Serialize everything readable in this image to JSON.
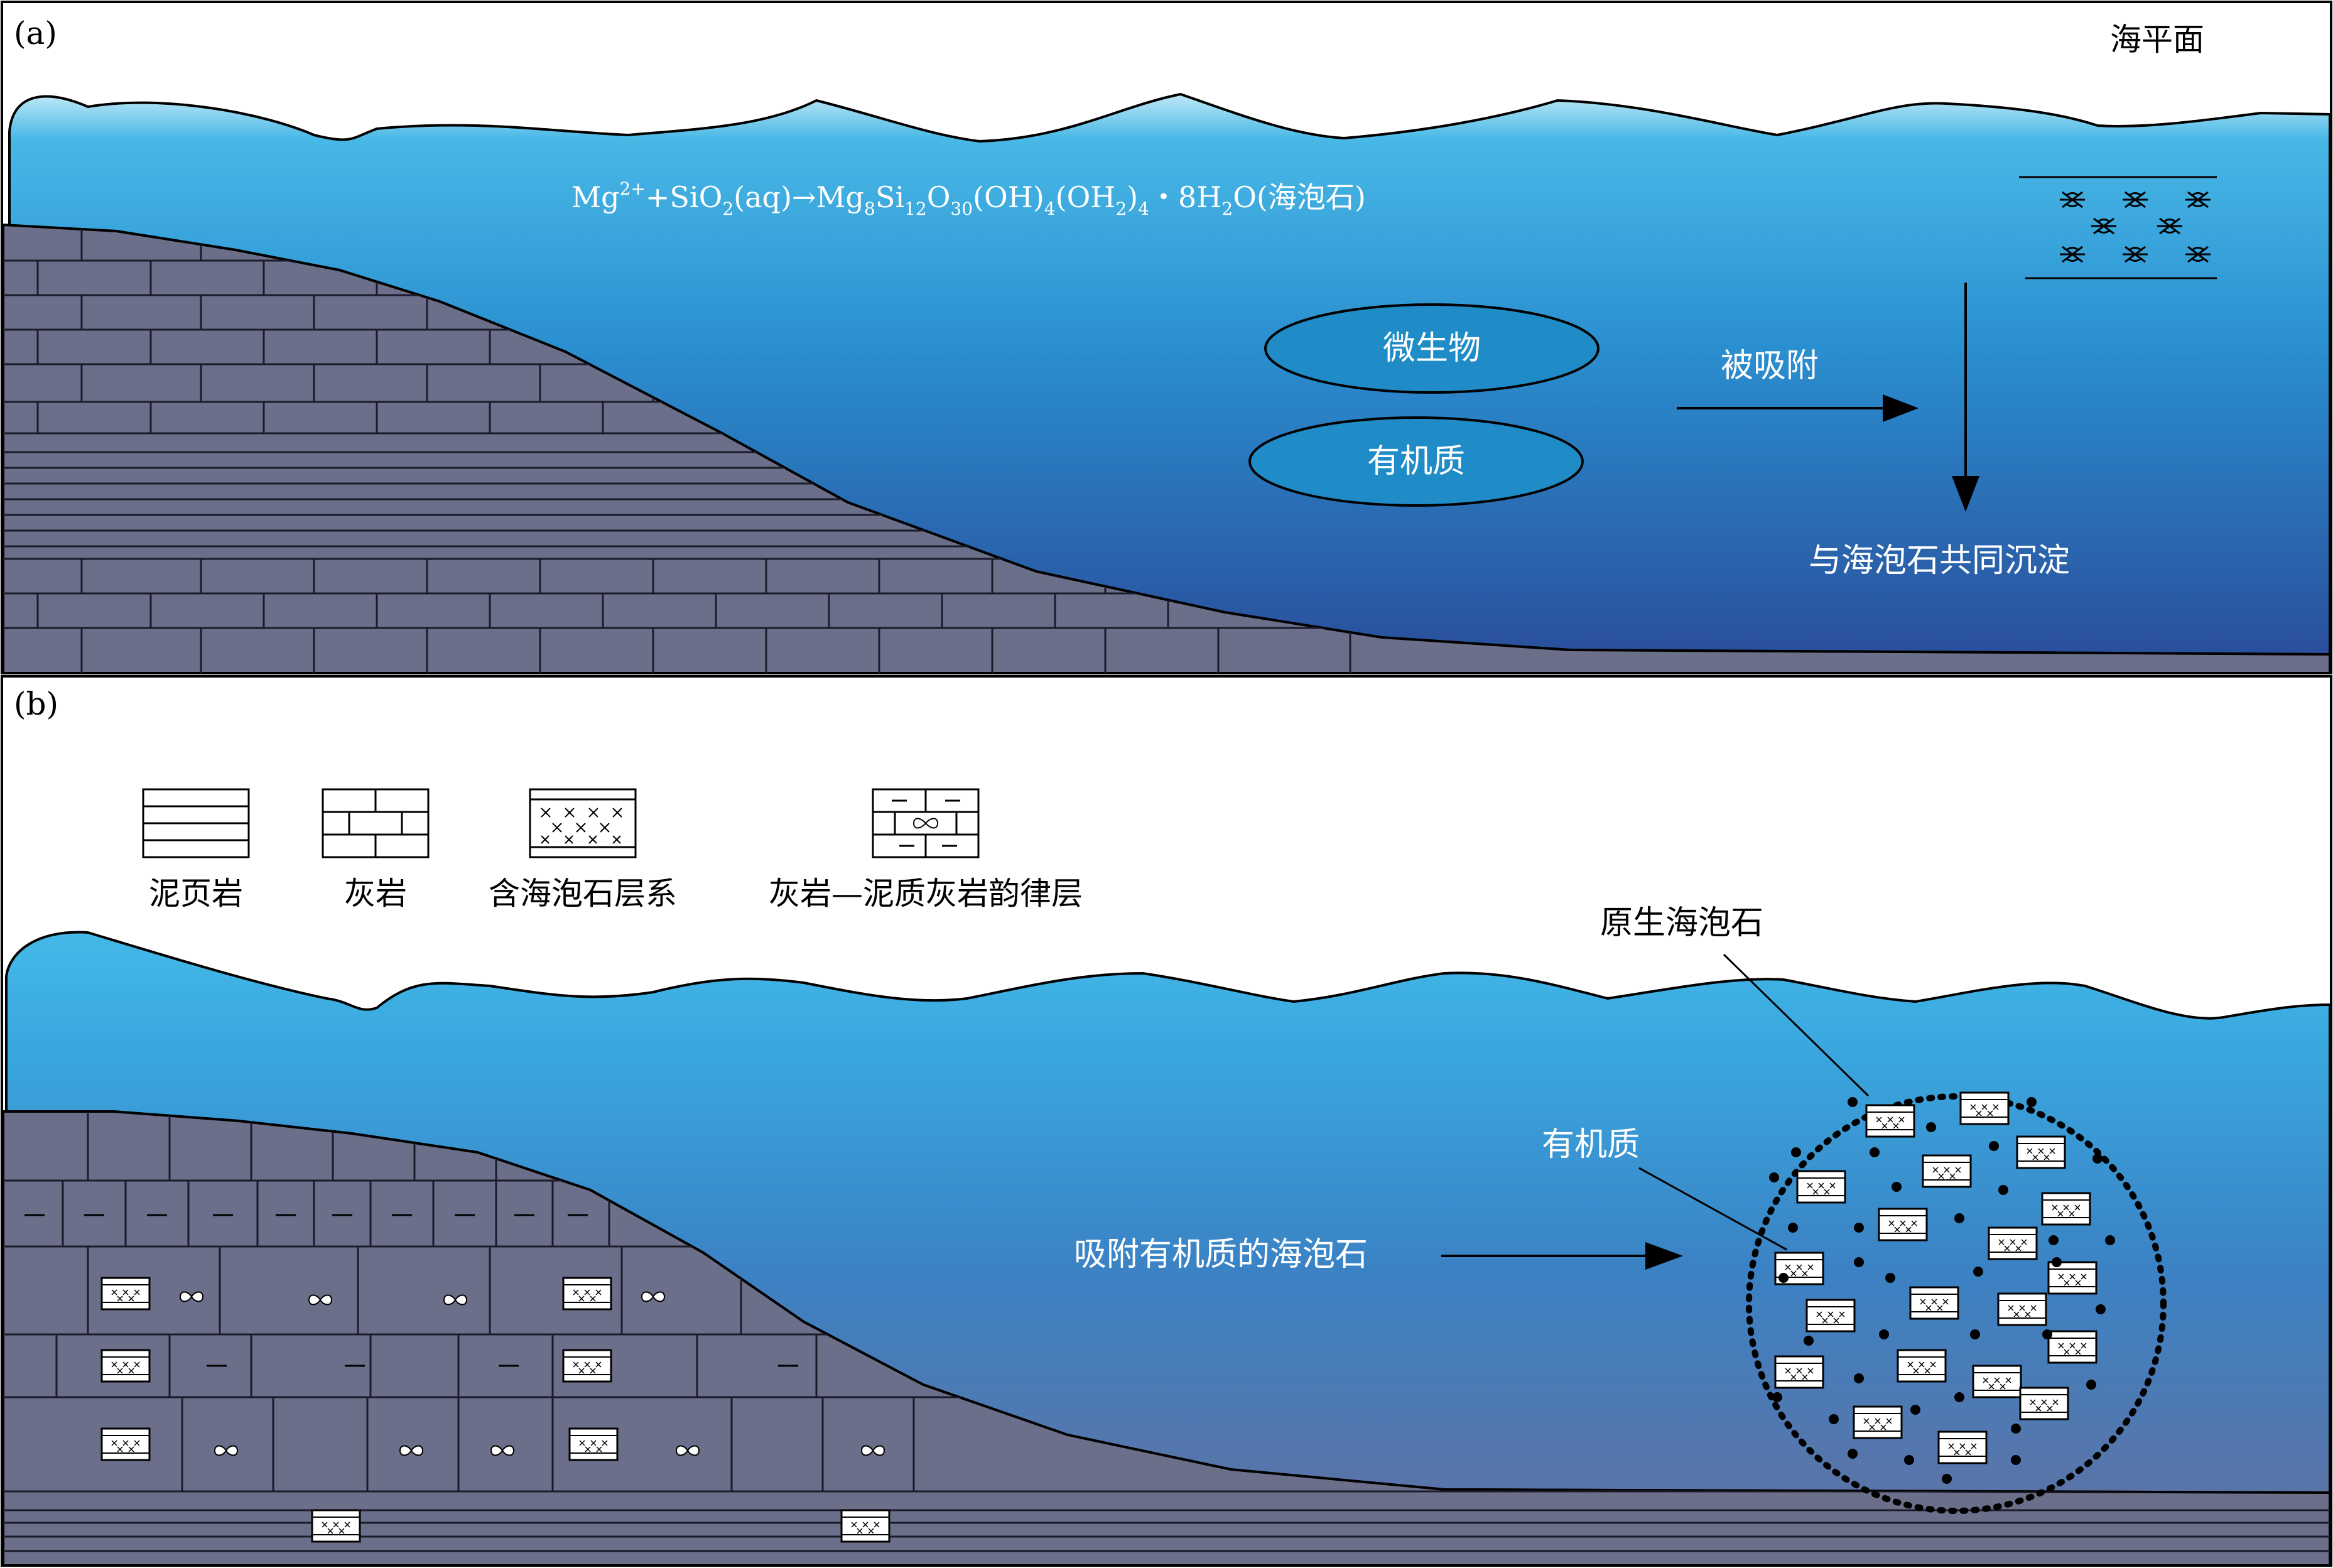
{
  "panel_a": {
    "label": "(a)",
    "sea_level_label": "海平面",
    "equation": {
      "mg": "Mg",
      "mg_sup": "2+",
      "part1": "+SiO",
      "sub2": "2",
      "part2": "(aq)→Mg",
      "sub8": "8",
      "part3": "Si",
      "sub12": "12",
      "part4": "O",
      "sub30": "30",
      "part5": "(OH)",
      "sub4a": "4",
      "part6": "(OH",
      "sub2b": "2",
      "part7": ")",
      "sub4b": "4",
      "part8": "・8H",
      "sub2c": "2",
      "part9": "O(海泡石)"
    },
    "ellipse_microbe": "微生物",
    "ellipse_organic": "有机质",
    "adsorbed_label": "被吸附",
    "co_deposit_label": "与海泡石共同沉淀"
  },
  "panel_b": {
    "label": "(b)",
    "legend": [
      {
        "name": "泥页岩",
        "pattern": "mudshale"
      },
      {
        "name": "灰岩",
        "pattern": "limestone"
      },
      {
        "name": "含海泡石层系",
        "pattern": "sepiolite"
      },
      {
        "name": "灰岩—泥质灰岩韵律层",
        "pattern": "rhythmic"
      }
    ],
    "primary_sepiolite_label": "原生海泡石",
    "organic_label": "有机质",
    "adsorbed_sepiolite_label": "吸附有机质的海泡石"
  },
  "colors": {
    "water_top": "#a8e0f2",
    "water_mid": "#3fb0e0",
    "water_bottom": "#2c5aa0",
    "rock": "#6b6f8a",
    "ellipse_fill": "#1f8cc7",
    "line": "#000000",
    "text_on_water": "#ffffff"
  }
}
